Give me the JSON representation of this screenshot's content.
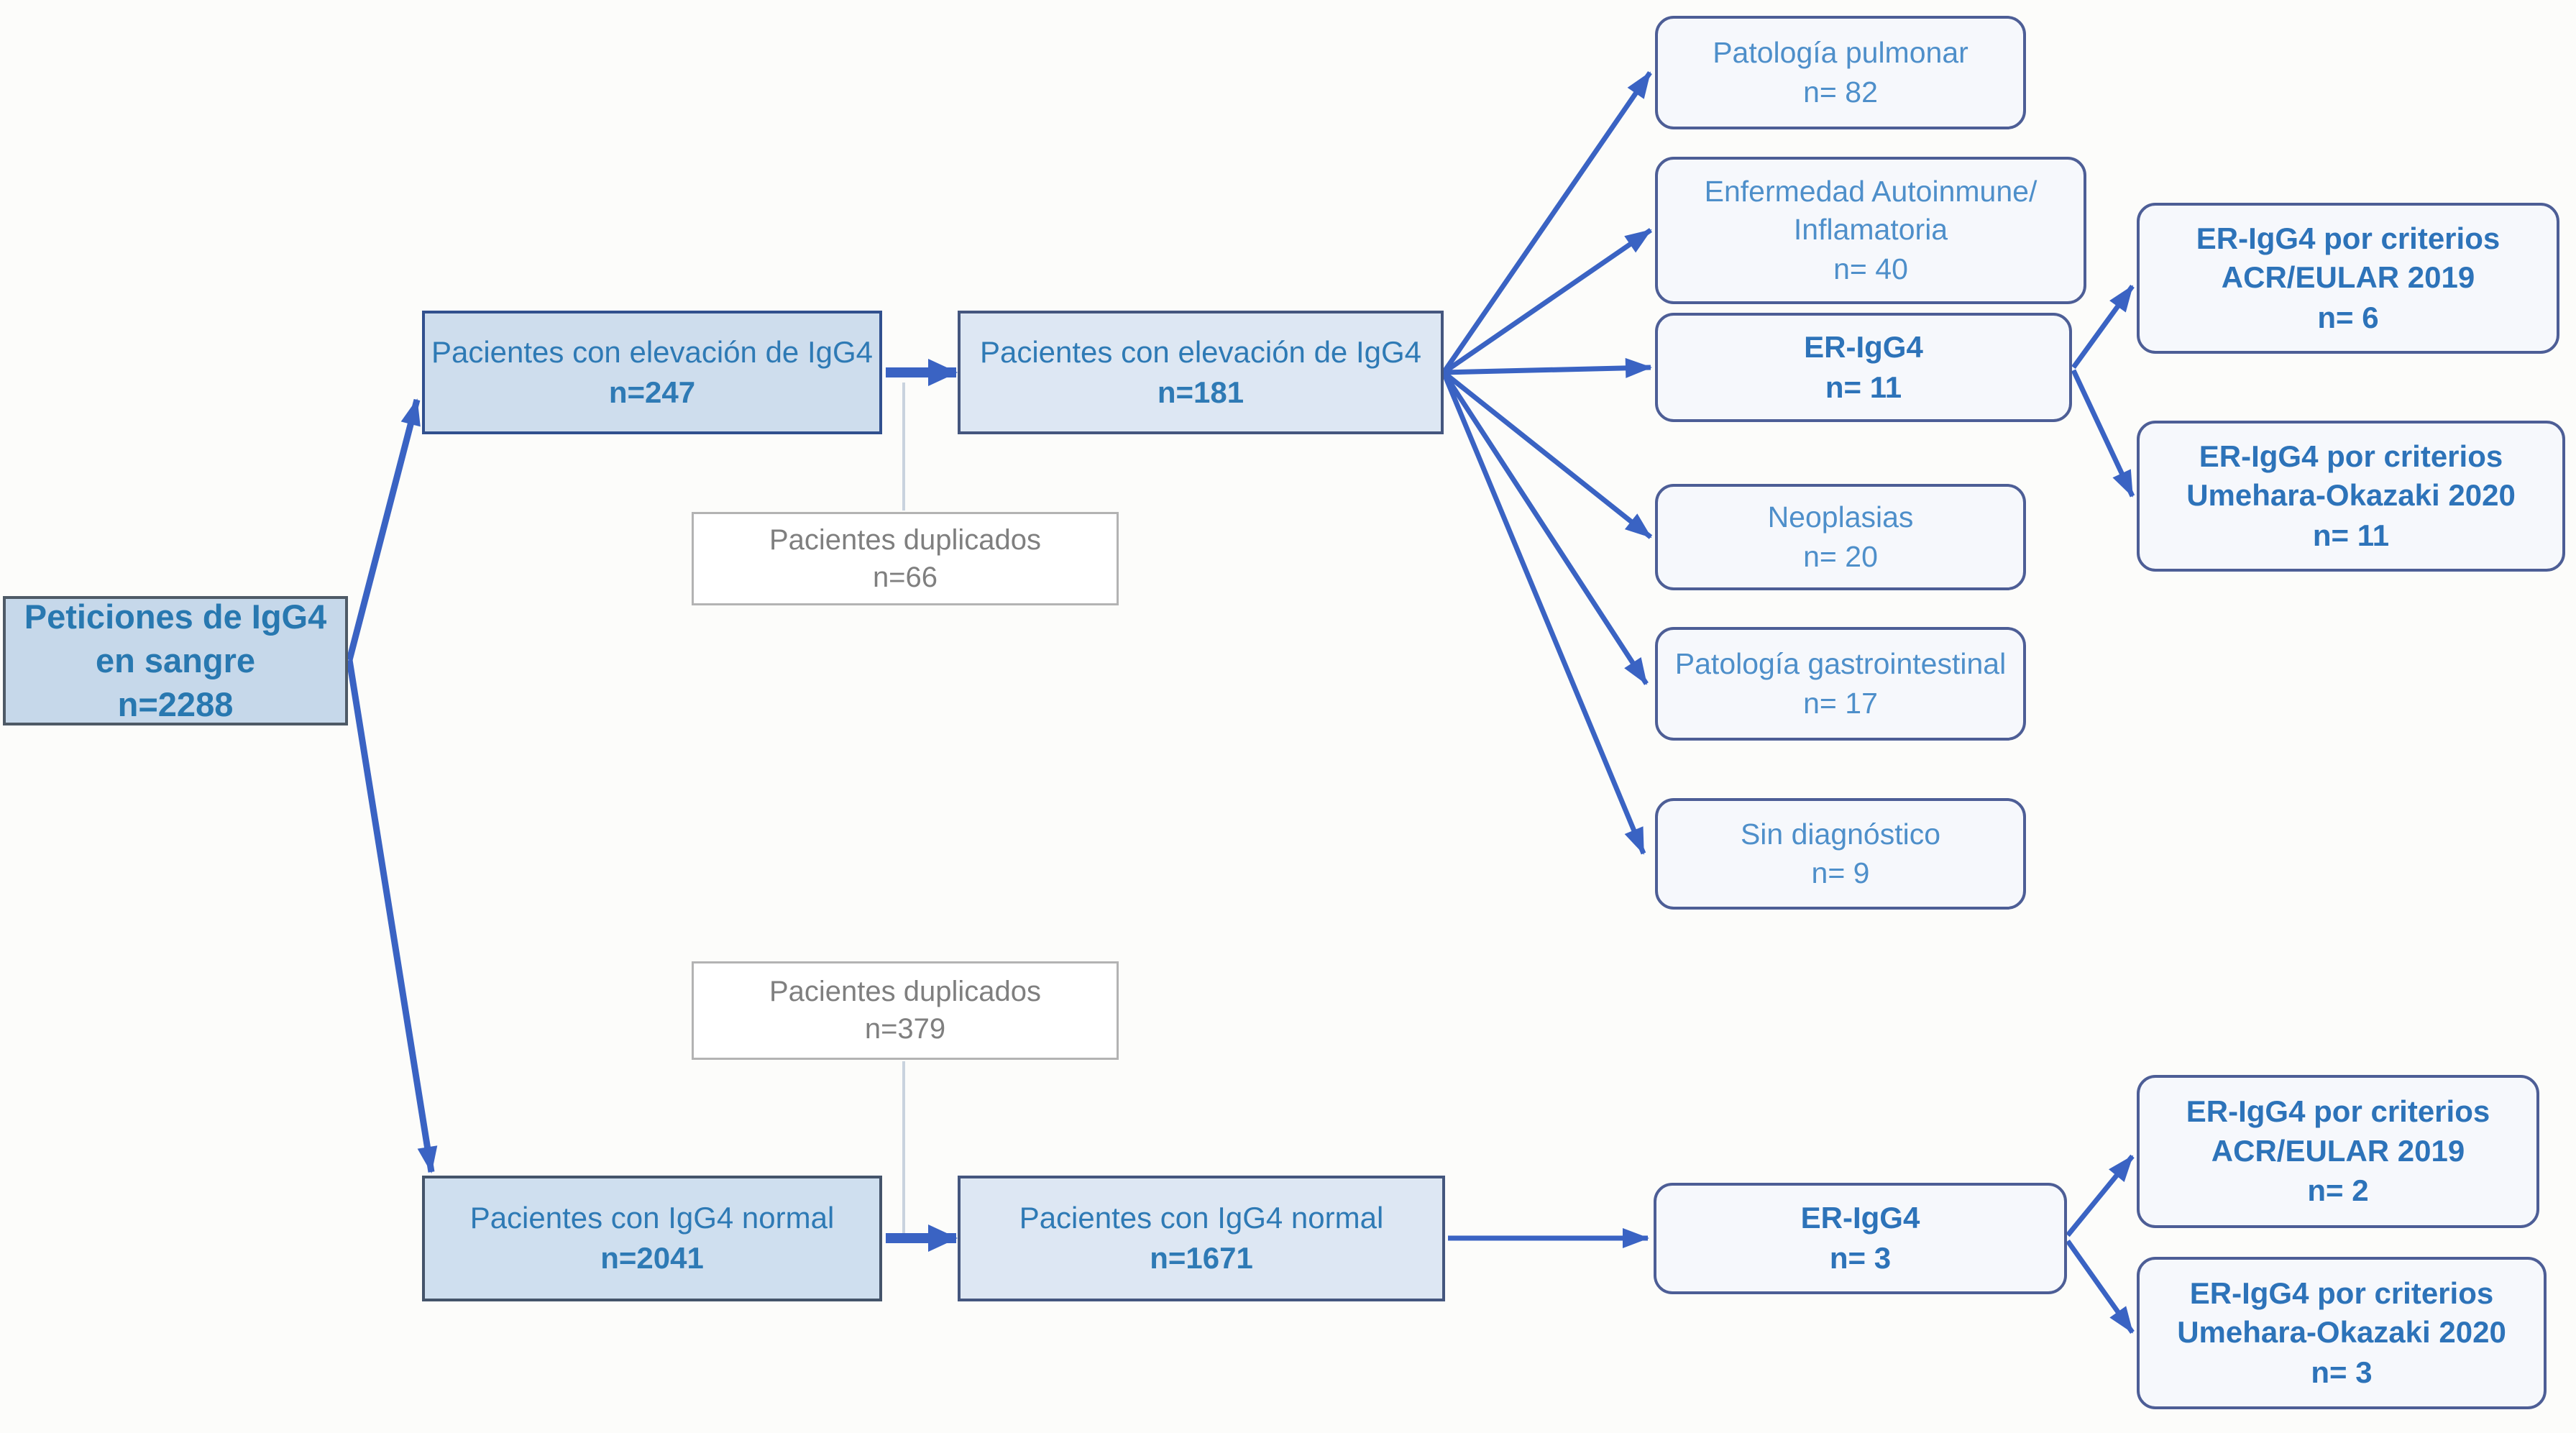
{
  "nodes": {
    "peticiones": {
      "label": "Peticiones de IgG4 en sangre",
      "count": "n=2288"
    },
    "elevacion247": {
      "label": "Pacientes con elevación de IgG4",
      "count": "n=247"
    },
    "elevacion181": {
      "label": "Pacientes con elevación de IgG4",
      "count": "n=181"
    },
    "duplicados66": {
      "label": "Pacientes duplicados",
      "count": "n=66"
    },
    "normal2041": {
      "label": "Pacientes con IgG4 normal",
      "count": "n=2041"
    },
    "normal1671": {
      "label": "Pacientes con IgG4 normal",
      "count": "n=1671"
    },
    "duplicados379": {
      "label": "Pacientes duplicados",
      "count": "n=379"
    },
    "pulmonar": {
      "label": "Patología pulmonar",
      "count": "n= 82"
    },
    "autoinmune": {
      "label": "Enfermedad Autoinmune/ Inflamatoria",
      "count": "n= 40"
    },
    "erigg4_11": {
      "label": "ER-IgG4",
      "count": "n= 11"
    },
    "neoplasias": {
      "label": "Neoplasias",
      "count": "n= 20"
    },
    "gastro": {
      "label": "Patología gastrointestinal",
      "count": "n= 17"
    },
    "sindiagnostico": {
      "label": "Sin diagnóstico",
      "count": "n= 9"
    },
    "acr2019_top": {
      "label": "ER-IgG4 por criterios ACR/EULAR 2019",
      "count": "n= 6"
    },
    "umehara_top": {
      "label": "ER-IgG4 por criterios Umehara-Okazaki 2020",
      "count": "n= 11"
    },
    "erigg4_3": {
      "label": "ER-IgG4",
      "count": "n= 3"
    },
    "acr2019_bottom": {
      "label": "ER-IgG4 por criterios ACR/EULAR 2019",
      "count": "n= 2"
    },
    "umehara_bottom": {
      "label": "ER-IgG4 por criterios Umehara-Okazaki 2020",
      "count": "n= 3"
    }
  },
  "colors": {
    "arrow_blue": "#3a63c3",
    "connector_gray": "#c9d3de",
    "box_fill_dark": "#c6d8ea",
    "box_fill_medium": "#cedded",
    "box_fill_light": "#dde7f3",
    "outcome_fill": "#f6f8fc",
    "outcome_border": "#4d5e96",
    "filled_border": "#44567e",
    "duplicate_border": "#b3b3b3",
    "text_blue": "#2e7ab5",
    "text_light_blue": "#4e8fca",
    "text_bold_blue": "#2d73b9",
    "text_gray": "#7f7f7f"
  }
}
